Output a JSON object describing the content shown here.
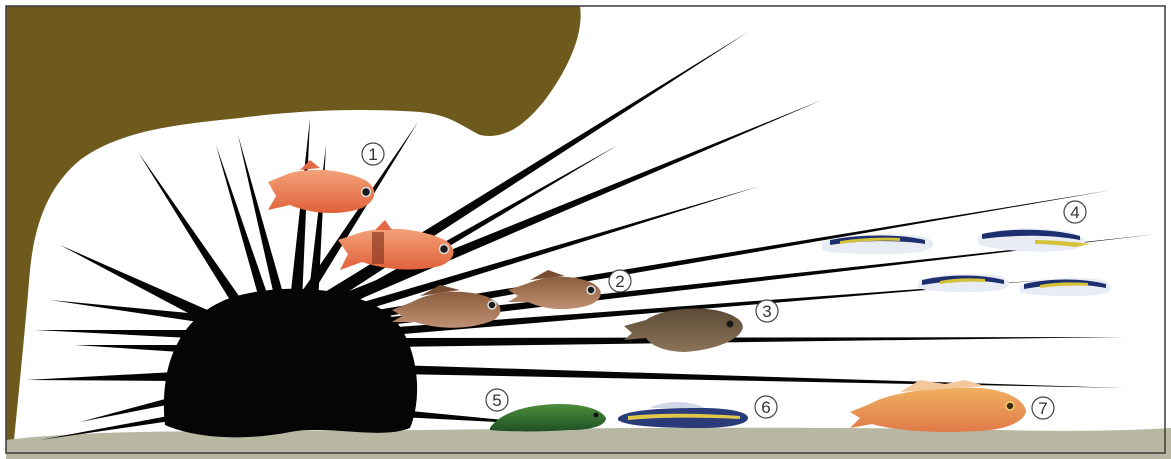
{
  "colors": {
    "rock": "#6e5a1c",
    "sand": "#b7b7a2",
    "urchin": "#050505",
    "background": "#ffffff",
    "frame": "#3a3a3a"
  },
  "labels": {
    "l1": "1",
    "l2": "2",
    "l3": "3",
    "l4": "4",
    "l5": "5",
    "l6": "6",
    "l7": "7"
  },
  "fish_groups": [
    {
      "id": "1",
      "kind": "cardinalfish",
      "count": 2,
      "color": "#e8714e"
    },
    {
      "id": "2",
      "kind": "damselfish",
      "count": 2,
      "color": "#9a6a4a"
    },
    {
      "id": "3",
      "kind": "damselfish",
      "count": 1,
      "color": "#6e5a42"
    },
    {
      "id": "4",
      "kind": "cleaner-wrasse",
      "count": 4,
      "color": "#1d2f6e"
    },
    {
      "id": "5",
      "kind": "wrasse",
      "count": 1,
      "color": "#2f6a2f"
    },
    {
      "id": "6",
      "kind": "goby",
      "count": 1,
      "color": "#2a3b7a"
    },
    {
      "id": "7",
      "kind": "scorpionfish",
      "count": 1,
      "color": "#e08a4a"
    }
  ]
}
